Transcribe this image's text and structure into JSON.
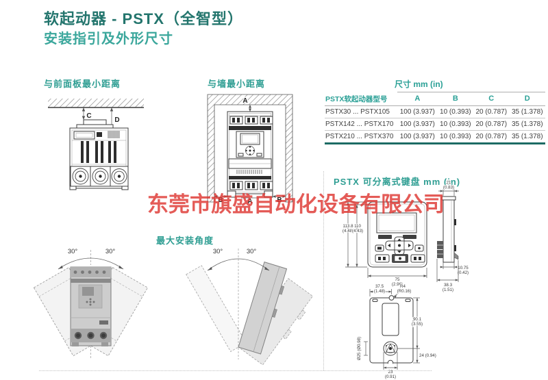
{
  "page": {
    "title_line1": "软起动器 - PSTX（全智型）",
    "title_line2": "安装指引及外形尺寸"
  },
  "watermark": {
    "text": "东莞市旗盛自动化设备有限公司"
  },
  "sections": {
    "front_clearance": {
      "title": "与前面板最小距离",
      "label_c": "C",
      "label_d": "D"
    },
    "wall_clearance": {
      "title": "与墙最小距离",
      "label_top": "A",
      "label_bottom_left": "B",
      "label_bottom_center": "A",
      "label_bottom_right": "B"
    },
    "max_angle": {
      "title": "最大安装角度",
      "front_left_angle": "30°",
      "front_right_angle": "30°",
      "side_left_angle": "30°",
      "side_right_angle": "30°"
    },
    "keypad": {
      "title": "PSTX 可分离式键盘 mm (in)",
      "front": {
        "height1_mm": "113.8",
        "height1_in": "(4.48)",
        "height2_mm": "110",
        "height2_in": "(4.43)",
        "width_mm": "75",
        "width_in": "(2.96)"
      },
      "side": {
        "thickness_mm": "21",
        "thickness_in": "(0.83)",
        "depth1_mm": "10.75",
        "depth1_in": "(0.42)",
        "depth2_mm": "38.3",
        "depth2_in": "(1.51)"
      },
      "cutout": {
        "width_mm": "37.5",
        "width_in": "(1.48)",
        "radius_mm": "R4",
        "radius_in": "(R0.16)",
        "height_mm": "90.1",
        "height_in": "(3.55)",
        "offset": "24 (0.94)",
        "slot_mm": "23",
        "slot_in": "(0.91)",
        "hole": "Ø25 (Ø0.98)"
      }
    }
  },
  "table": {
    "title": "尺寸 mm (in)",
    "model_header": "PSTX软起动器型号",
    "columns": [
      "A",
      "B",
      "C",
      "D"
    ],
    "rows": [
      {
        "model": "PSTX30 ... PSTX105",
        "a": "100 (3.937)",
        "b": "10 (0.393)",
        "c": "20 (0.787)",
        "d": "35 (1.378)"
      },
      {
        "model": "PSTX142 ... PSTX170",
        "a": "100 (3.937)",
        "b": "10 (0.393)",
        "c": "20 (0.787)",
        "d": "35 (1.378)"
      },
      {
        "model": "PSTX210 ... PSTX370",
        "a": "100 (3.937)",
        "b": "10 (0.393)",
        "c": "20 (0.787)",
        "d": "35 (1.378)"
      }
    ]
  },
  "colors": {
    "teal_dark": "#23756d",
    "teal": "#36a49a",
    "watermark_red": "#de3732"
  }
}
